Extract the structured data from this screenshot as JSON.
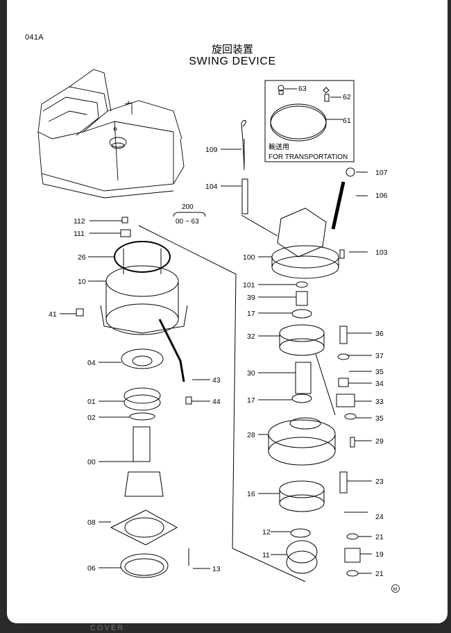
{
  "page_code": "041A",
  "title_jp": "旋回装置",
  "title_en": "SWING DEVICE",
  "inset": {
    "jp": "輸送用",
    "en": "FOR TRANSPORTATION"
  },
  "range": {
    "top": "200",
    "bottom": "00 ~ 63"
  },
  "mark": "M",
  "bottom_partial": "COVER",
  "callouts": [
    "63",
    "62",
    "61",
    "109",
    "104",
    "107",
    "106",
    "100",
    "103",
    "101",
    "39",
    "17",
    "32",
    "36",
    "37",
    "35",
    "34",
    "30",
    "33",
    "17",
    "35",
    "28",
    "29",
    "16",
    "23",
    "24",
    "12",
    "21",
    "11",
    "19",
    "21",
    "112",
    "111",
    "26",
    "10",
    "41",
    "04",
    "43",
    "01",
    "44",
    "02",
    "00",
    "08",
    "06",
    "13"
  ]
}
